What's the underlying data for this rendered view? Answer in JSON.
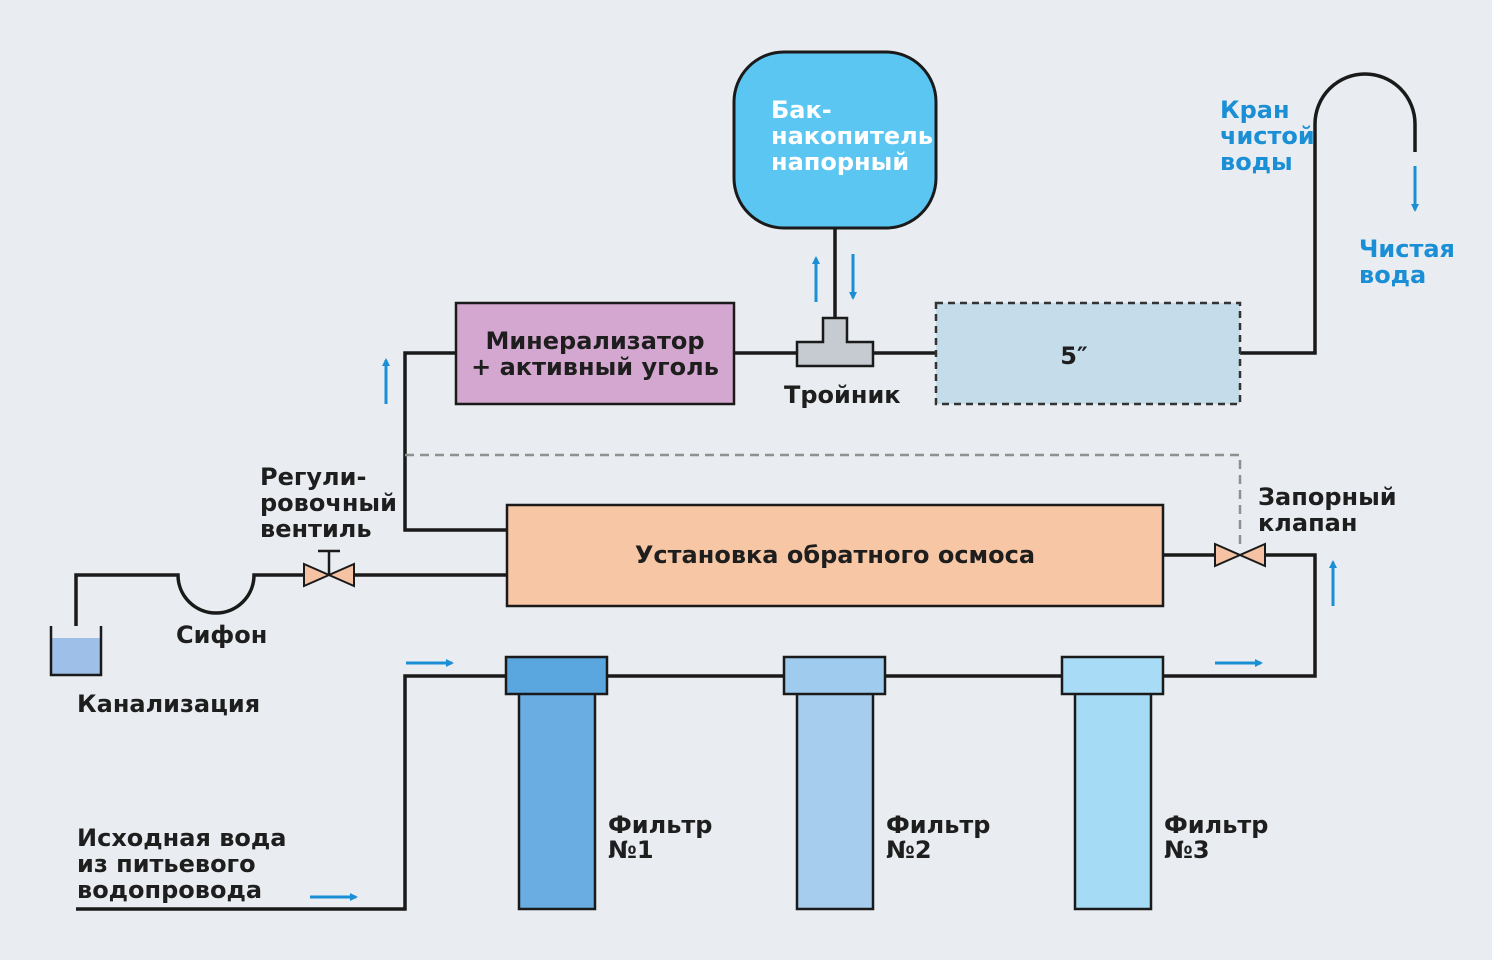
{
  "tank_label": [
    "Бак-",
    "накопитель",
    "напорный"
  ],
  "mineralizer_label": [
    "Минерализатор",
    "+ активный уголь"
  ],
  "tee_label": "Тройник",
  "sediment_label": "5″",
  "faucet_label": [
    "Кран",
    "чистой",
    "воды"
  ],
  "clean_water_label": [
    "Чистая",
    "вода"
  ],
  "valve_label": [
    "Регули-",
    "ровочный",
    "вентиль"
  ],
  "shutoff_label": [
    "Запорный",
    "клапан"
  ],
  "ro_unit_label": "Установка обратного осмоса",
  "siphon_label": "Сифон",
  "drain_label": "Канализация",
  "source_label": [
    "Исходная вода",
    "из питьевого",
    "водопровода"
  ],
  "filters": [
    {
      "line1": "Фильтр",
      "line2": "№1"
    },
    {
      "line1": "Фильтр",
      "line2": "№2"
    },
    {
      "line1": "Фильтр",
      "line2": "№3"
    }
  ],
  "colors": {
    "background": "#e9ecf0",
    "tank": "#5bc6f2",
    "mineralizer": "#d4a7d0",
    "sediment": "#c5dcea",
    "ro_unit": "#f7c6a5",
    "filter1_cap": "#5aa6de",
    "filter1_body": "#69ade2",
    "filter2_cap": "#9ecbee",
    "filter2_body": "#a6ccee",
    "filter3_cap": "#a8dcf6",
    "filter3_body": "#a6dbf6",
    "drain_water": "#9dbfe8",
    "valve": "#f5c2a3",
    "arrow": "#1a8fd6",
    "tee": "#c5cbd1"
  }
}
